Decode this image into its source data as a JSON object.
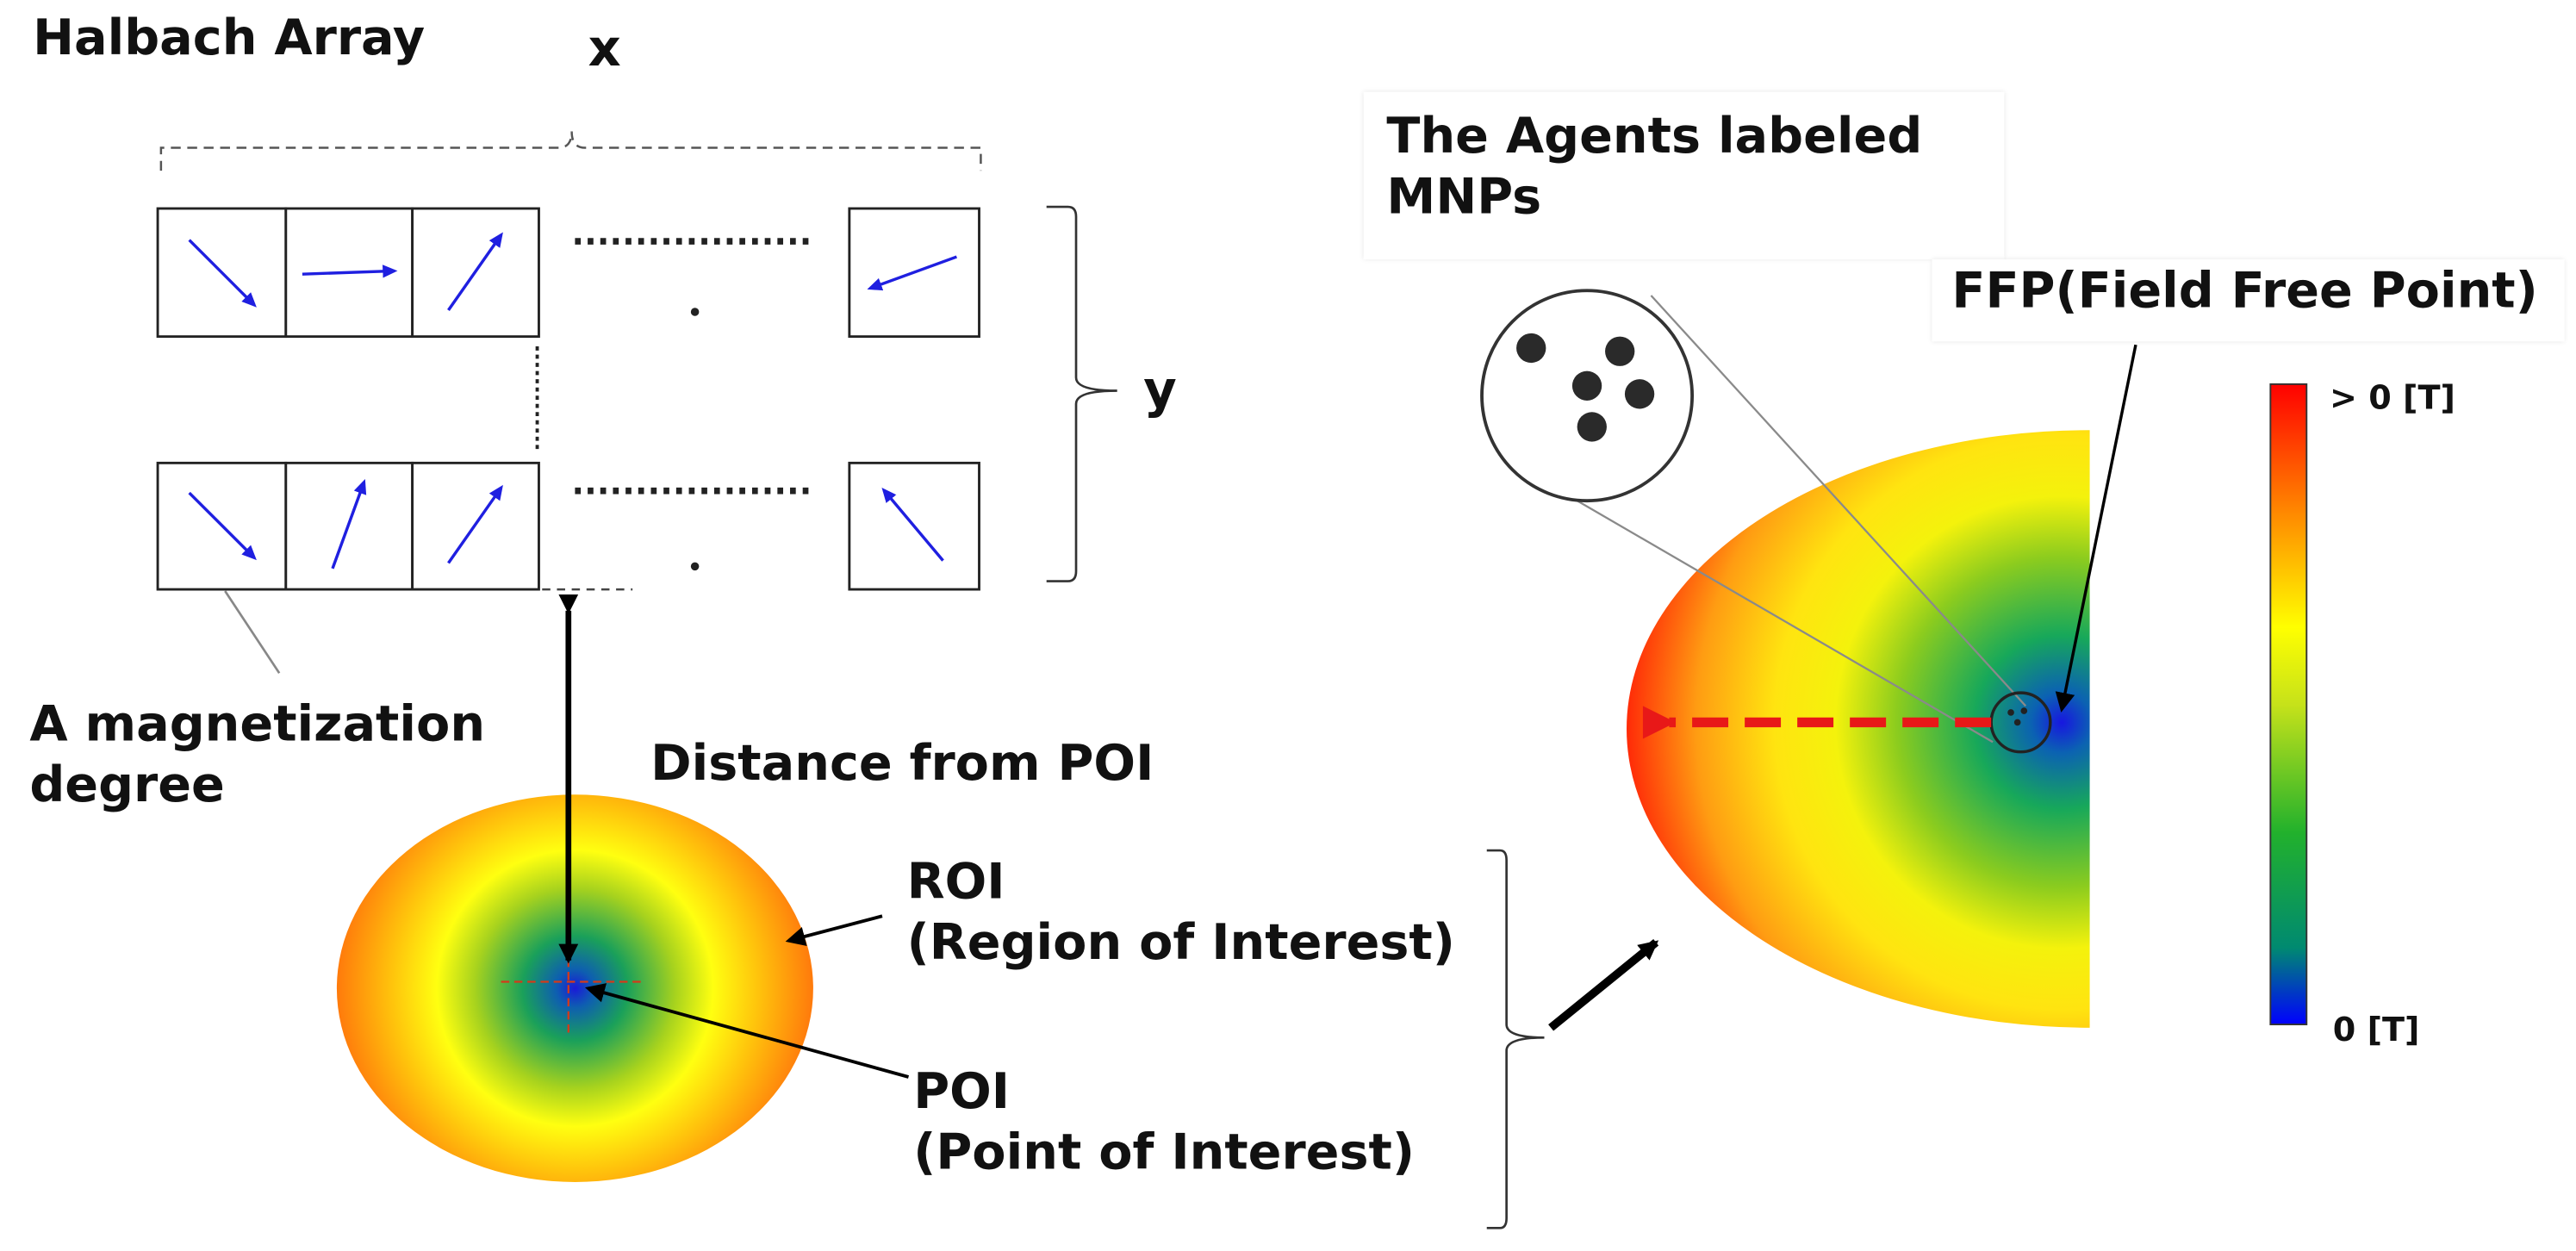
{
  "labels": {
    "title": "Halbach Array",
    "axis_x": "x",
    "axis_y": "y",
    "magnetization_line1": "A magnetization",
    "magnetization_line2": "degree",
    "distance": "Distance from POI",
    "roi_line1": "ROI",
    "roi_line2": "(Region of Interest)",
    "poi_line1": "POI",
    "poi_line2": "(Point of Interest)",
    "agents_line1": "The Agents labeled",
    "agents_line2": "MNPs",
    "ffp": "FFP(Field Free Point)",
    "scale_max": "> 0 [T]",
    "scale_min": "0 [T]"
  },
  "halbach_array": {
    "top_row_angles_deg": [
      45,
      -2,
      -55,
      160
    ],
    "bottom_row_angles_deg": [
      45,
      -70,
      -55,
      -130
    ]
  },
  "colors": {
    "arrow": "#1f1fe0",
    "ffp_arrow": "#e81818",
    "field_high": "#ff1a00",
    "field_mid": "#ffff00",
    "field_zero": "#0000ff"
  }
}
